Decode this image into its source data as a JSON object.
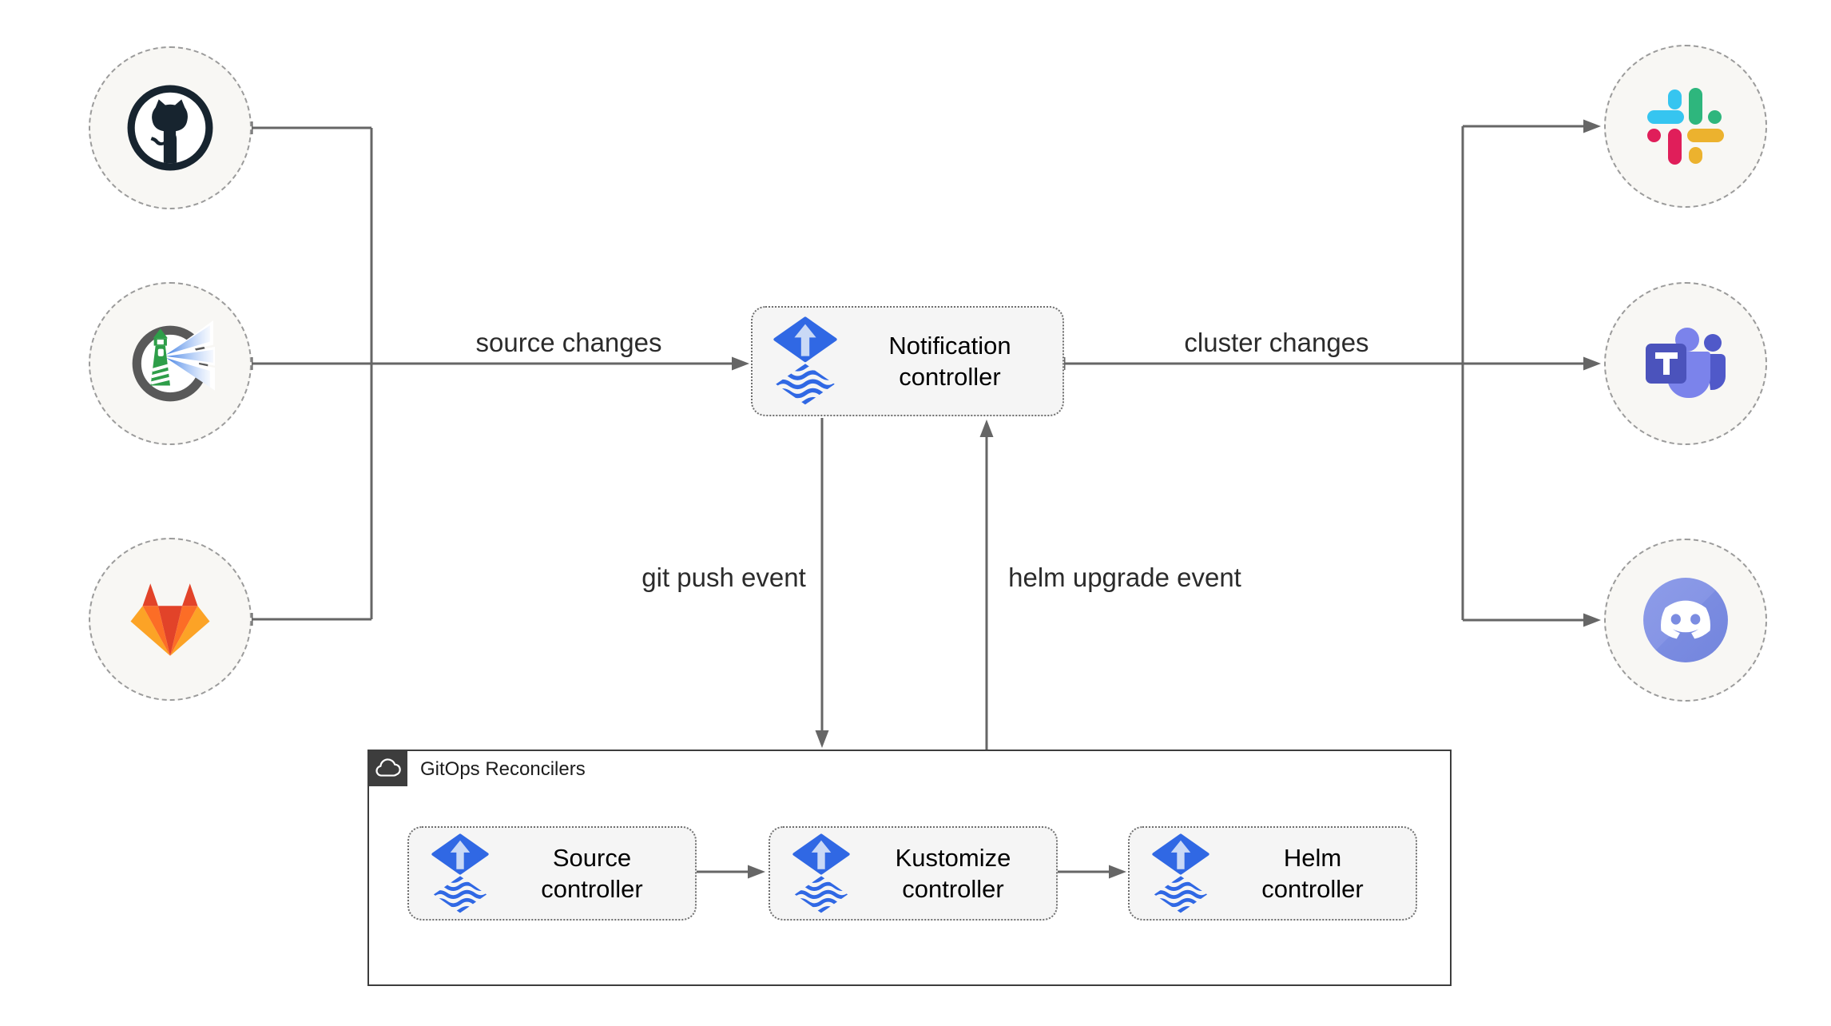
{
  "sources": {
    "github": {
      "icon": "github-icon"
    },
    "harbor": {
      "icon": "harbor-icon"
    },
    "gitlab": {
      "icon": "gitlab-icon"
    }
  },
  "notifier": {
    "label": "Notification controller",
    "icon": "flux-icon"
  },
  "edges": {
    "source_changes": "source changes",
    "cluster_changes": "cluster changes",
    "git_push_event": "git push event",
    "helm_upgrade_event": "helm upgrade event"
  },
  "targets": {
    "slack": {
      "icon": "slack-icon"
    },
    "teams": {
      "icon": "teams-icon"
    },
    "discord": {
      "icon": "discord-icon"
    }
  },
  "reconcilers": {
    "title": "GitOps Reconcilers",
    "badge_icon": "cloud-icon",
    "items": [
      {
        "label": "Source controller",
        "icon": "flux-icon"
      },
      {
        "label": "Kustomize controller",
        "icon": "flux-icon"
      },
      {
        "label": "Helm controller",
        "icon": "flux-icon"
      }
    ]
  },
  "colors": {
    "flux_blue": "#3068e4",
    "connector_gray": "#666666",
    "box_fill": "#f5f5f5",
    "circle_fill": "#f8f7f4",
    "group_border": "#3d3d3d",
    "slack": {
      "blue": "#36c5f0",
      "green": "#2eb67d",
      "red": "#e01e5a",
      "yellow": "#ecb22e"
    },
    "gitlab": {
      "dark_orange": "#e24329",
      "orange": "#fc6d26",
      "yellow": "#fca326"
    },
    "teams_purple": "#4b53bc",
    "discord_blurple": "#7d8fe0",
    "harbor_green": "#2e9e49",
    "github_dark": "#17242f"
  }
}
